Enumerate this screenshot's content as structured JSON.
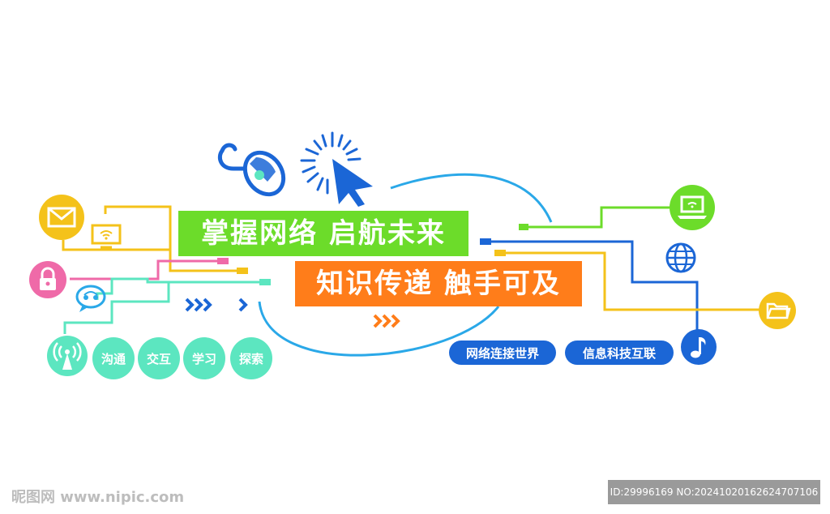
{
  "banners": {
    "top": "掌握网络 启航未来",
    "bottom": "知识传递 触手可及"
  },
  "pills": {
    "left": "网络连接世界",
    "right": "信息科技互联"
  },
  "bubbles": [
    "沟通",
    "交互",
    "学习",
    "探索"
  ],
  "icons": {
    "mouse": "mouse-icon",
    "cursor": "cursor-click-icon",
    "mail": "mail-icon",
    "lock": "lock-icon",
    "chat": "chat-bubble-icon",
    "broadcast": "broadcast-icon",
    "monitor": "wifi-monitor-icon",
    "laptop": "laptop-icon",
    "globe": "globe-icon",
    "folder": "folder-icon",
    "music": "music-note-icon",
    "arrows": "chevron-arrows-icon"
  },
  "colors": {
    "green": "#6cdc2a",
    "orange": "#ff7d1a",
    "blue": "#1b66d6",
    "cyan": "#2aa8e8",
    "yellow": "#f4c21a",
    "pink": "#ef6aa8",
    "teal": "#5ce6c0"
  },
  "watermark": {
    "left": "昵图网 www.nipic.com",
    "right": "ID:29996169 NO:20241020162624707106"
  }
}
